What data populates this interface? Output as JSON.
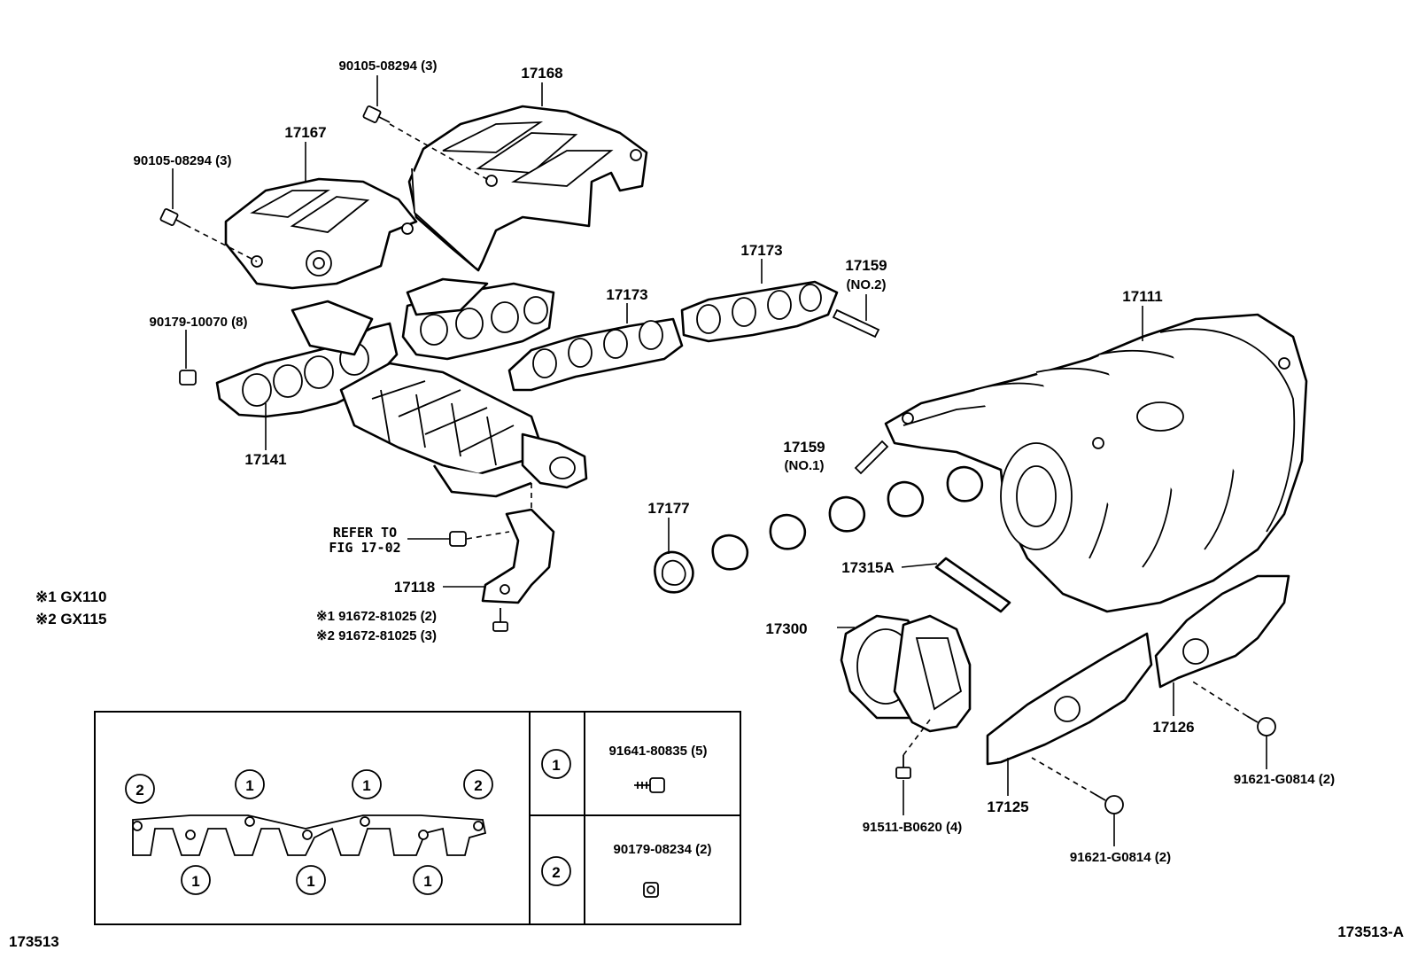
{
  "parts": {
    "p17168": "17168",
    "p90105_a": "90105-08294 (3)",
    "p17167": "17167",
    "p90105_b": "90105-08294 (3)",
    "p17173_a": "17173",
    "p17173_b": "17173",
    "p17159_2": "17159",
    "p17159_2_note": "(NO.2)",
    "p90179_10070": "90179-10070 (8)",
    "p17141": "17141",
    "p17111": "17111",
    "p17159_1": "17159",
    "p17159_1_note": "(NO.1)",
    "refer_1": "REFER TO",
    "refer_2": "FIG 17-02",
    "p17177": "17177",
    "p17315a": "17315A",
    "p17118": "17118",
    "p91672_1": "※1 91672-81025 (2)",
    "p91672_2": "※2 91672-81025 (3)",
    "p17300": "17300",
    "p17126": "17126",
    "p91621_a": "91621-G0814 (2)",
    "p17125": "17125",
    "p91621_b": "91621-G0814 (2)",
    "p91511": "91511-B0620 (4)"
  },
  "legend": {
    "m1": "※1  GX110",
    "m2": "※2  GX115"
  },
  "inset": {
    "circle1": "1",
    "circle2": "2",
    "bolt1": "91641-80835 (5)",
    "bolt2": "90179-08234 (2)"
  },
  "footer": {
    "left_code": "173513",
    "right_code": "173513-A"
  }
}
